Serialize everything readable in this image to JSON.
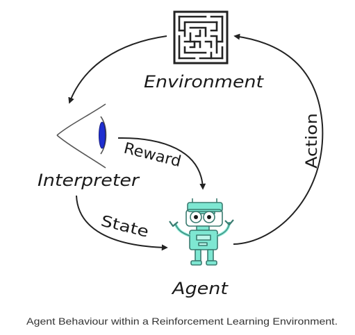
{
  "nodes": {
    "environment": "Environment",
    "interpreter": "Interpreter",
    "agent": "Agent"
  },
  "edges": {
    "reward": "Reward",
    "state": "State",
    "action": "Action"
  },
  "caption": "Agent Behaviour within a Reinforcement Learning Environment.",
  "colors": {
    "robot_body": "#7ee7d2",
    "robot_outline": "#3a7b70",
    "eye_iris": "#1f2fd0",
    "line": "#222222"
  },
  "icons": {
    "environment": "maze-icon",
    "interpreter": "eye-icon",
    "agent": "robot-icon"
  }
}
